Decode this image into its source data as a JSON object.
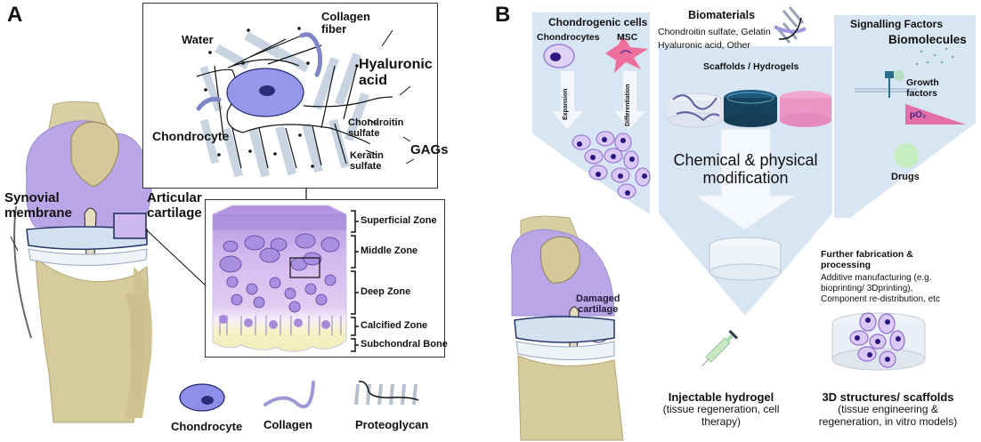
{
  "panel_a": {
    "letter": "A",
    "matrix_detail": {
      "labels": {
        "water": "Water",
        "collagen_fiber": "Collagen\nfiber",
        "hyaluronic_acid": "Hyaluronic\nacid",
        "chondrocyte": "Chondrocyte",
        "chondroitin_sulfate": "Chondroitin\nsulfate",
        "keratin_sulfate": "Keratin\nsulfate",
        "gags": "GAGs"
      }
    },
    "knee_labels": {
      "synovial_membrane": "Synovial\nmembrane",
      "articular_cartilage": "Articular\ncartilage"
    },
    "zones": [
      "Superficial Zone",
      "Middle Zone",
      "Deep Zone",
      "Calcified Zone",
      "Subchondral Bone"
    ],
    "legend": [
      {
        "label": "Chondrocyte",
        "icon": "chondrocyte-icon"
      },
      {
        "label": "Collagen",
        "icon": "collagen-icon"
      },
      {
        "label": "Proteoglycan",
        "icon": "proteoglycan-icon"
      }
    ]
  },
  "panel_b": {
    "letter": "B",
    "cells_panel": {
      "title": "Chondrogenic cells",
      "chondrocytes": "Chondrocytes",
      "msc": "MSC",
      "expansion": "Expansion",
      "differentiation": "Differentiation"
    },
    "biomaterials_panel": {
      "title": "Biomaterials",
      "line1": "Chondroitin sulfate, Gelatin",
      "line2": "Hyaluronic acid, Other",
      "scaffolds": "Scaffolds / Hydrogels",
      "modification": "Chemical & physical\nmodification"
    },
    "signalling_panel": {
      "title": "Signalling Factors",
      "biomolecules": "Biomolecules",
      "growth_factors": "Growth\nfactors",
      "po2": "pO₂",
      "drugs": "Drugs"
    },
    "damaged_cartilage": "Damaged\ncartilage",
    "fabrication": {
      "title": "Further fabrication &\nprocessing",
      "body": "Additive manufacturing (e.g.\nbioprinting/ 3Dprinting),\nComponent re-distribution, etc"
    },
    "outcomes": [
      {
        "title": "Injectable hydrogel",
        "desc": "(tissue regeneration, cell\ntherapy)"
      },
      {
        "title": "3D structures/ scaffolds",
        "desc": "(tissue engineering &\nregeneration, in vitro models)"
      }
    ]
  },
  "colors": {
    "cartilage_purple": "#b9a6e6",
    "bone_tan": "#d9cfa4",
    "cell_blue": "#8f8ee8",
    "panel_blue": "#d8e6f3",
    "cell_lilac": "#d9c6f2",
    "nucleus": "#2a1a80"
  }
}
